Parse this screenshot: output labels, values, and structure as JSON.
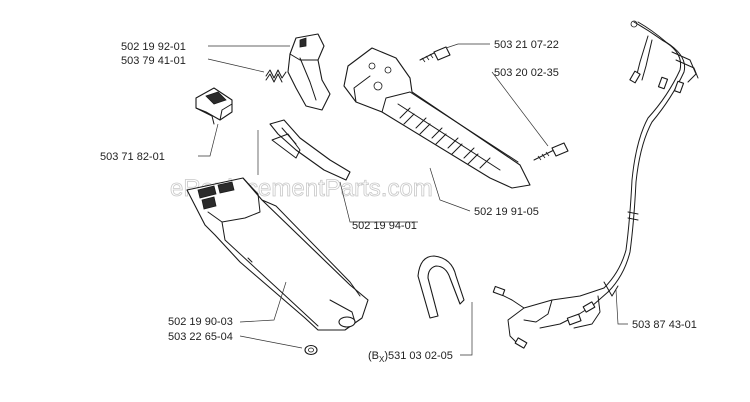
{
  "watermark": "eReplacementParts.com",
  "part_labels": {
    "p502_19_92_01": "502 19 92-01",
    "p503_79_41_01": "503 79 41-01",
    "p503_71_82_01": "503 71 82-01",
    "p503_21_07_22": "503 21 07-22",
    "p503_20_02_35": "503 20 02-35",
    "p502_19_91_05": "502 19 91-05",
    "p502_19_94_01": "502 19 94-01",
    "p502_19_90_03": "502 19 90-03",
    "p503_22_65_04": "503 22 65-04",
    "p531_03_02_05_prefix": "(B",
    "p531_03_02_05_sub": "X",
    "p531_03_02_05": ")531 03 02-05",
    "p503_87_43_01": "503 87 43-01"
  }
}
